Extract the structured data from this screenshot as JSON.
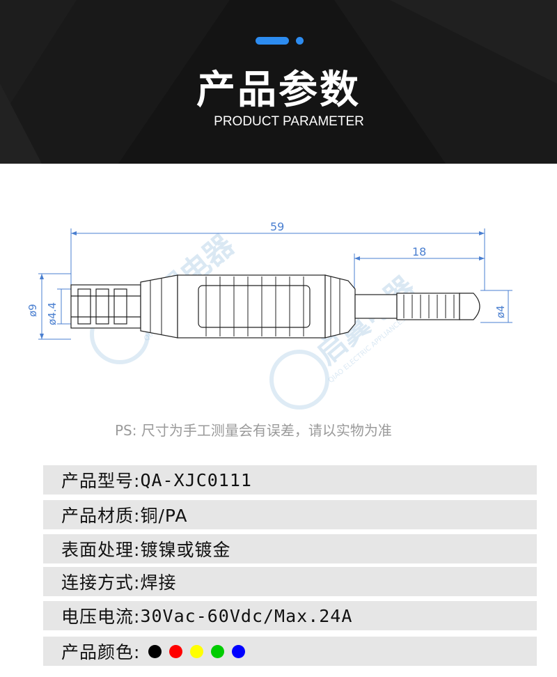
{
  "banner": {
    "title": "产品参数",
    "subtitle": "PRODUCT PARAMETER",
    "accent_color": "#2d8cf0"
  },
  "drawing": {
    "dims": {
      "overall_length": "59",
      "pin_length": "18",
      "outer_diameter": "ø9",
      "inner_diameter": "ø4.4",
      "pin_diameter": "ø4"
    },
    "watermark_text": "QIAO ELECTRIC APPLIANCES",
    "watermark_brand": "启翼电器"
  },
  "note": "PS:  尺寸为手工测量会有误差，请以实物为准",
  "specs": [
    {
      "label": "产品型号:",
      "value": "QA-XJC0111"
    },
    {
      "label": "产品材质:",
      "value": "铜/PA"
    },
    {
      "label": "表面处理:",
      "value": "镀镍或镀金"
    },
    {
      "label": "连接方式:",
      "value": "焊接"
    },
    {
      "label": "电压电流:",
      "value": " 30Vac-60Vdc/Max.24A"
    },
    {
      "label": "产品颜色:",
      "value": ""
    }
  ],
  "colors": [
    "#000000",
    "#ff0000",
    "#ffff00",
    "#00cc00",
    "#0000ff"
  ]
}
